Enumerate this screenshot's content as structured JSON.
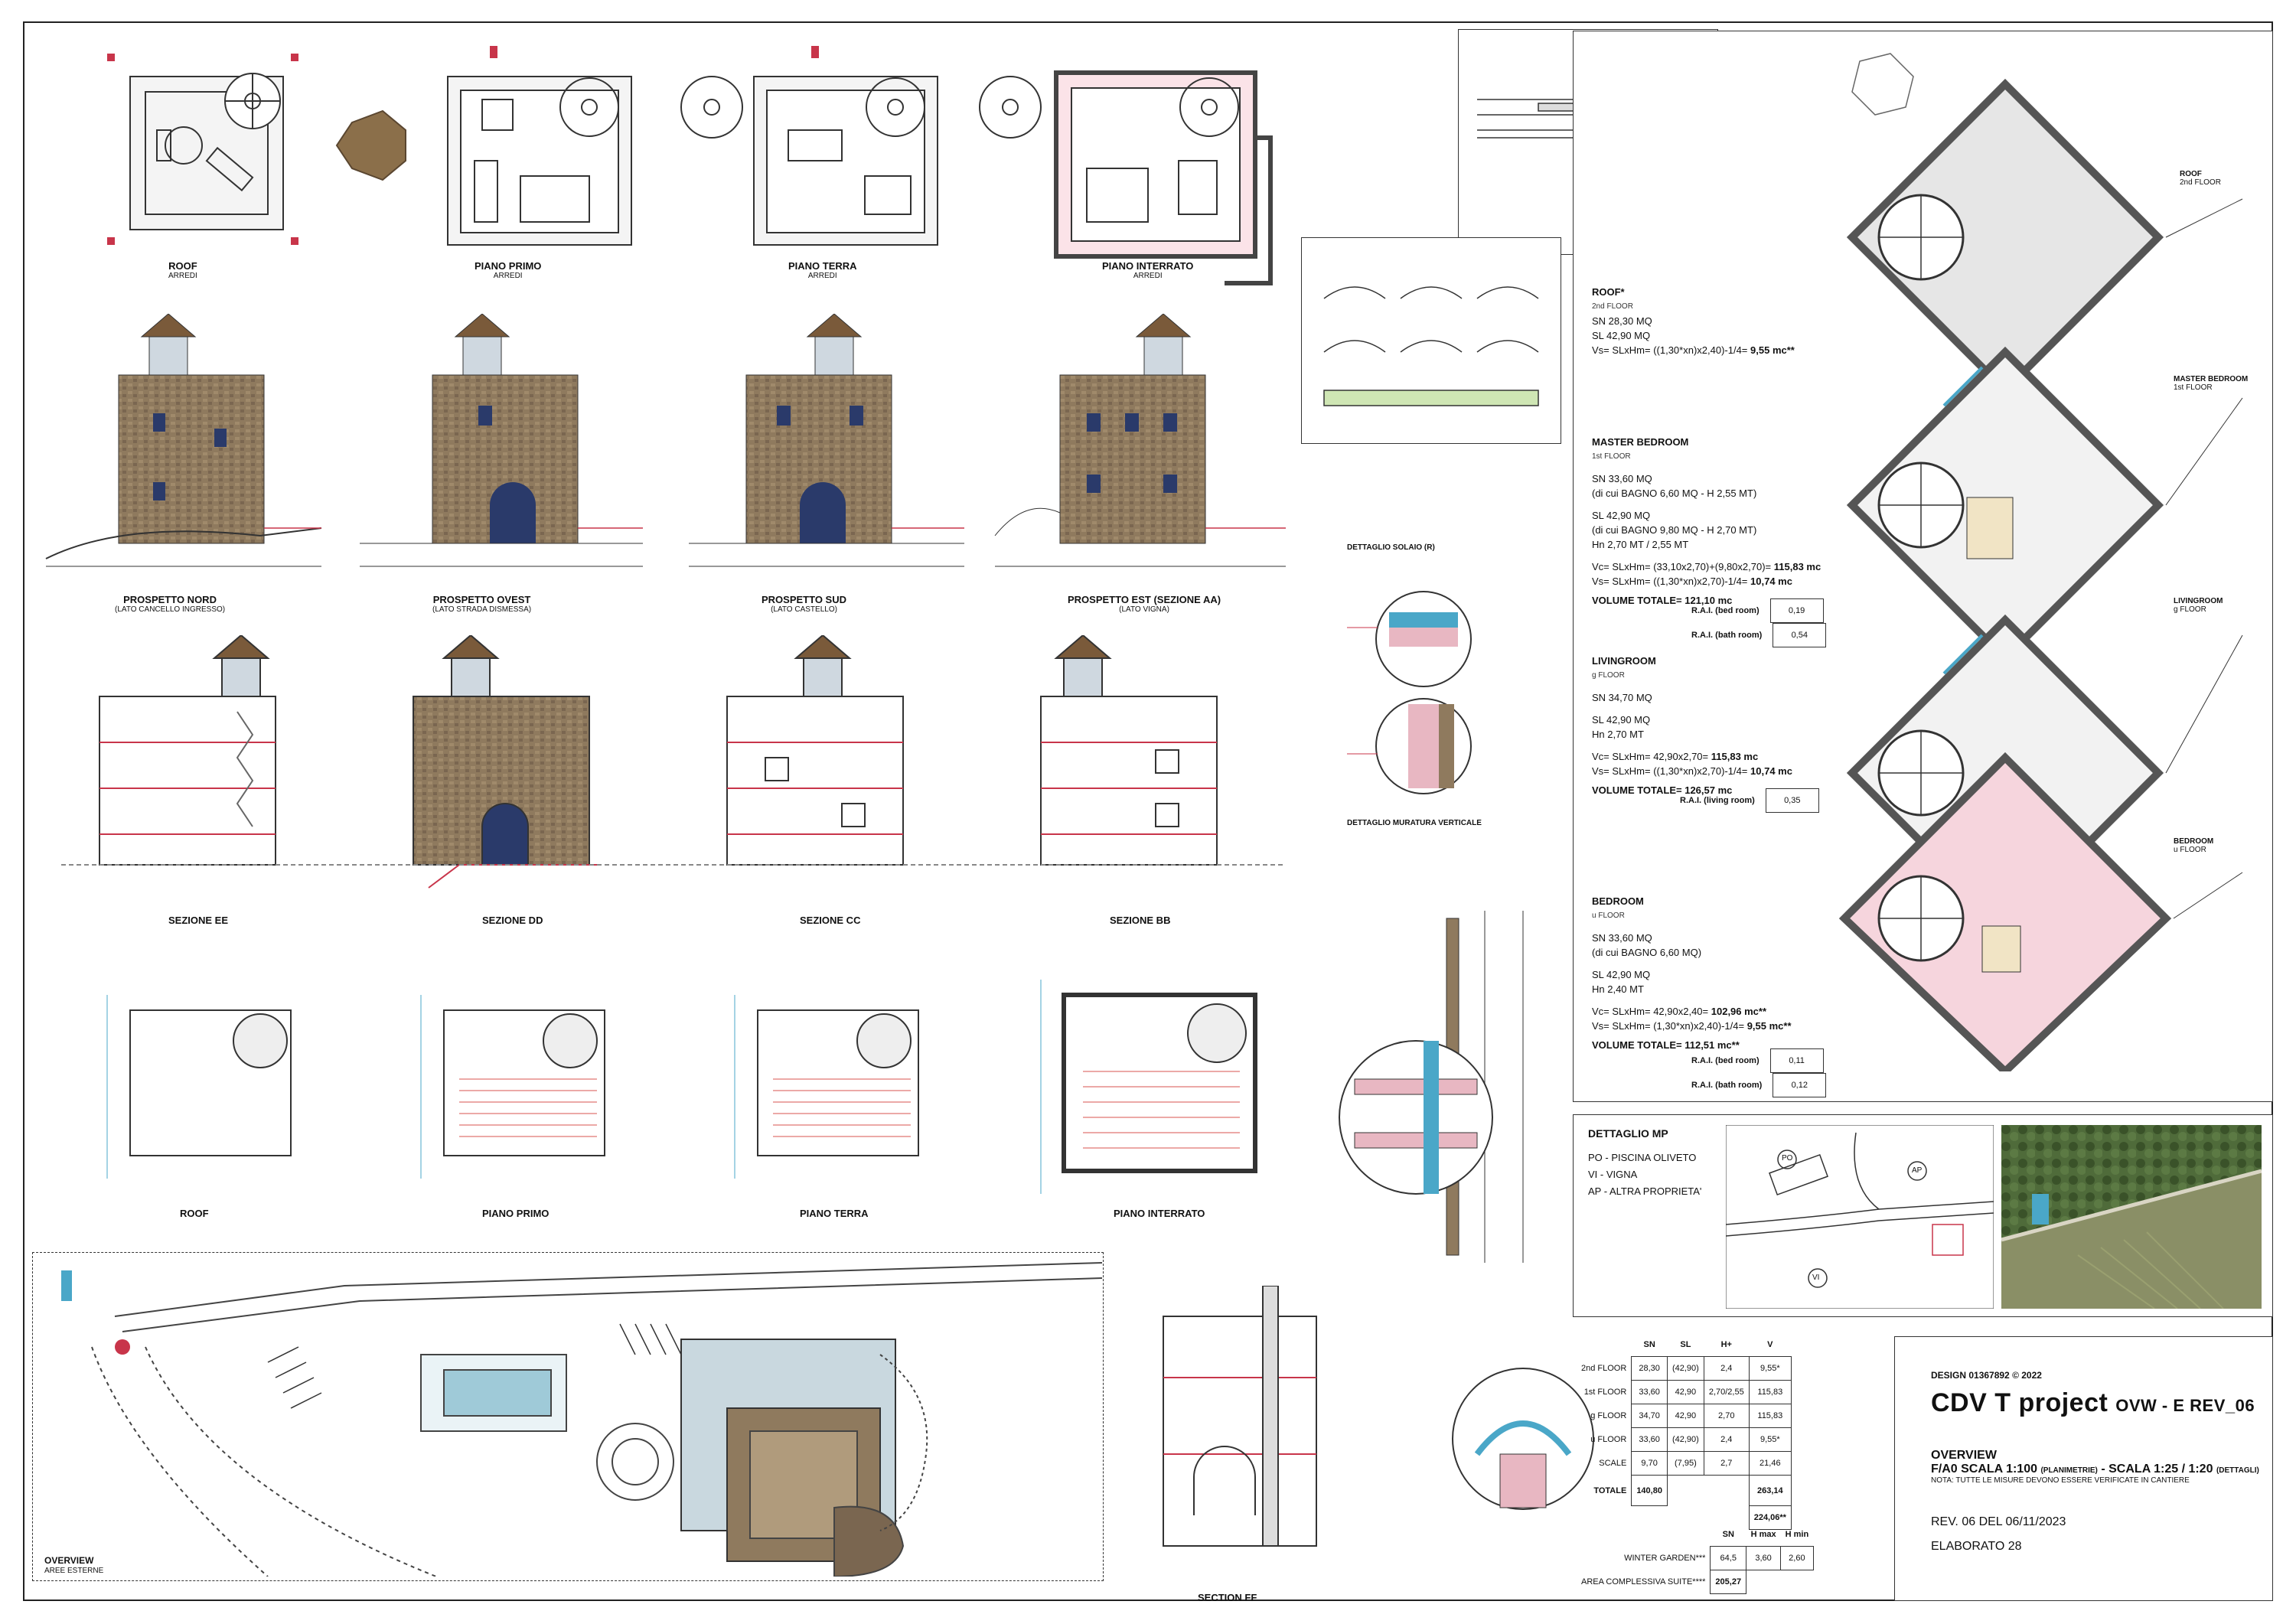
{
  "plans_top": [
    {
      "title": "ROOF",
      "sub": "ARREDI"
    },
    {
      "title": "PIANO PRIMO",
      "sub": "ARREDI"
    },
    {
      "title": "PIANO TERRA",
      "sub": "ARREDI"
    },
    {
      "title": "PIANO INTERRATO",
      "sub": "ARREDI"
    }
  ],
  "elevations": [
    {
      "title": "PROSPETTO NORD",
      "sub": "(LATO CANCELLO INGRESSO)"
    },
    {
      "title": "PROSPETTO OVEST",
      "sub": "(LATO STRADA DISMESSA)"
    },
    {
      "title": "PROSPETTO SUD",
      "sub": "(LATO CASTELLO)"
    },
    {
      "title": "PROSPETTO EST (SEZIONE AA)",
      "sub": "(LATO VIGNA)"
    }
  ],
  "sections": [
    "SEZIONE EE",
    "SEZIONE DD",
    "SEZIONE CC",
    "SEZIONE BB"
  ],
  "plans_bottom": [
    "ROOF",
    "PIANO PRIMO",
    "PIANO TERRA",
    "PIANO INTERRATO"
  ],
  "details": {
    "solaio": "DETTAGLIO SOLAIO (R)",
    "muratura": "DETTAGLIO MURATURA VERTICALE",
    "section_ff": "SECTION FF",
    "overview": "OVERVIEW",
    "overview_sub": "AREE ESTERNE"
  },
  "rooms": {
    "roof": {
      "name": "ROOF*",
      "level": "2nd FLOOR",
      "sn": "SN 28,30 MQ",
      "sl": "SL 42,90 MQ",
      "vs_pre": "Vs= SLxHm= ((1,30*xn)x2,40)-1/4=",
      "vs_val": "9,55 mc**"
    },
    "master": {
      "name": "MASTER BEDROOM",
      "level": "1st FLOOR",
      "sn": "SN 33,60 MQ",
      "sn_sub": "(di cui BAGNO 6,60 MQ - H 2,55 MT)",
      "sl": "SL 42,90 MQ",
      "sl_sub": "(di cui BAGNO 9,80 MQ - H 2,70 MT)",
      "hm": "Hn 2,70 MT / 2,55 MT",
      "vc_pre": "Vc= SLxHm= (33,10x2,70)+(9,80x2,70)=",
      "vc_val": "115,83 mc",
      "vs_pre": "Vs= SLxHm= ((1,30*xn)x2,70)-1/4=",
      "vs_val": "10,74 mc",
      "total": "VOLUME TOTALE= 121,10 mc",
      "rai_bed_label": "R.A.I. (bed room)",
      "rai_bed": "0,19",
      "rai_bath_label": "R.A.I. (bath room)",
      "rai_bath": "0,54"
    },
    "living": {
      "name": "LIVINGROOM",
      "level": "g FLOOR",
      "sn": "SN 34,70 MQ",
      "sl": "SL 42,90 MQ",
      "hm": "Hn 2,70 MT",
      "vc_pre": "Vc= SLxHm= 42,90x2,70=",
      "vc_val": "115,83 mc",
      "vs_pre": "Vs= SLxHm= ((1,30*xn)x2,70)-1/4=",
      "vs_val": "10,74 mc",
      "total": "VOLUME TOTALE= 126,57 mc",
      "rai_label": "R.A.I. (living room)",
      "rai": "0,35"
    },
    "bedroom": {
      "name": "BEDROOM",
      "level": "u FLOOR",
      "sn": "SN 33,60 MQ",
      "sn_sub": "(di cui BAGNO 6,60 MQ)",
      "sl": "SL 42,90 MQ",
      "hm": "Hn 2,40 MT",
      "vc_pre": "Vc= SLxHm= 42,90x2,40=",
      "vc_val": "102,96 mc**",
      "vs_pre": "Vs= SLxHm= (1,30*xn)x2,40)-1/4=",
      "vs_val": "9,55 mc**",
      "total": "VOLUME TOTALE= 112,51 mc**",
      "rai_bed_label": "R.A.I. (bed room)",
      "rai_bed": "0,11",
      "rai_bath_label": "R.A.I. (bath room)",
      "rai_bath": "0,12"
    }
  },
  "diagram_labels": [
    {
      "name": "ROOF",
      "level": "2nd FLOOR"
    },
    {
      "name": "MASTER BEDROOM",
      "level": "1st FLOOR"
    },
    {
      "name": "LIVINGROOM",
      "level": "g FLOOR"
    },
    {
      "name": "BEDROOM",
      "level": "u FLOOR"
    }
  ],
  "dettaglio_mp": {
    "title": "DETTAGLIO MP",
    "lines": [
      "PO - PISCINA OLIVETO",
      "VI - VIGNA",
      "AP - ALTRA PROPRIETA'"
    ],
    "map_labels": [
      "PO",
      "AP",
      "VI"
    ]
  },
  "floor_table": {
    "headers": [
      "SN",
      "SL",
      "H+",
      "V"
    ],
    "rows": [
      {
        "label": "2nd FLOOR",
        "cells": [
          "28,30",
          "(42,90)",
          "2,4",
          "9,55*"
        ]
      },
      {
        "label": "1st FLOOR",
        "cells": [
          "33,60",
          "42,90",
          "2,70/2,55",
          "115,83"
        ]
      },
      {
        "label": "g FLOOR",
        "cells": [
          "34,70",
          "42,90",
          "2,70",
          "115,83"
        ]
      },
      {
        "label": "u FLOOR",
        "cells": [
          "33,60",
          "(42,90)",
          "2,4",
          "9,55*"
        ]
      },
      {
        "label": "SCALE",
        "cells": [
          "9,70",
          "(7,95)",
          "2,7",
          "21,46"
        ]
      }
    ],
    "total_label": "TOTALE",
    "total_sn": "140,80",
    "total_v1": "263,14",
    "total_v2": "224,06**",
    "wg_headers": [
      "SN",
      "H max",
      "H min"
    ],
    "wg_label": "WINTER GARDEN***",
    "wg_cells": [
      "64,5",
      "3,60",
      "2,60"
    ],
    "area_label": "AREA COMPLESSIVA SUITE****",
    "area_val": "205,27"
  },
  "title_block": {
    "design": "DESIGN 01367892 © 2022",
    "project": "CDV T project",
    "project_suffix": "OVW - E REV_06",
    "overview": "OVERVIEW",
    "scale_pre": "F/A0 SCALA 1:100",
    "scale_mid": "(PLANIMETRIE)",
    "scale_post": "- SCALA 1:25 / 1:20",
    "scale_end": "(DETTAGLI)",
    "note": "NOTA: TUTTE LE MISURE DEVONO ESSERE VERIFICATE IN CANTIERE",
    "rev": "REV. 06 DEL 06/11/2023",
    "elaborato": "ELABORATO 28"
  },
  "colors": {
    "stone": "#8f7a5e",
    "stone_dark": "#6b5a44",
    "pink": "#e8b7c2",
    "cyan": "#4aa7c8",
    "red": "#c8354a",
    "green": "#7fae5a",
    "wall": "#555555"
  }
}
